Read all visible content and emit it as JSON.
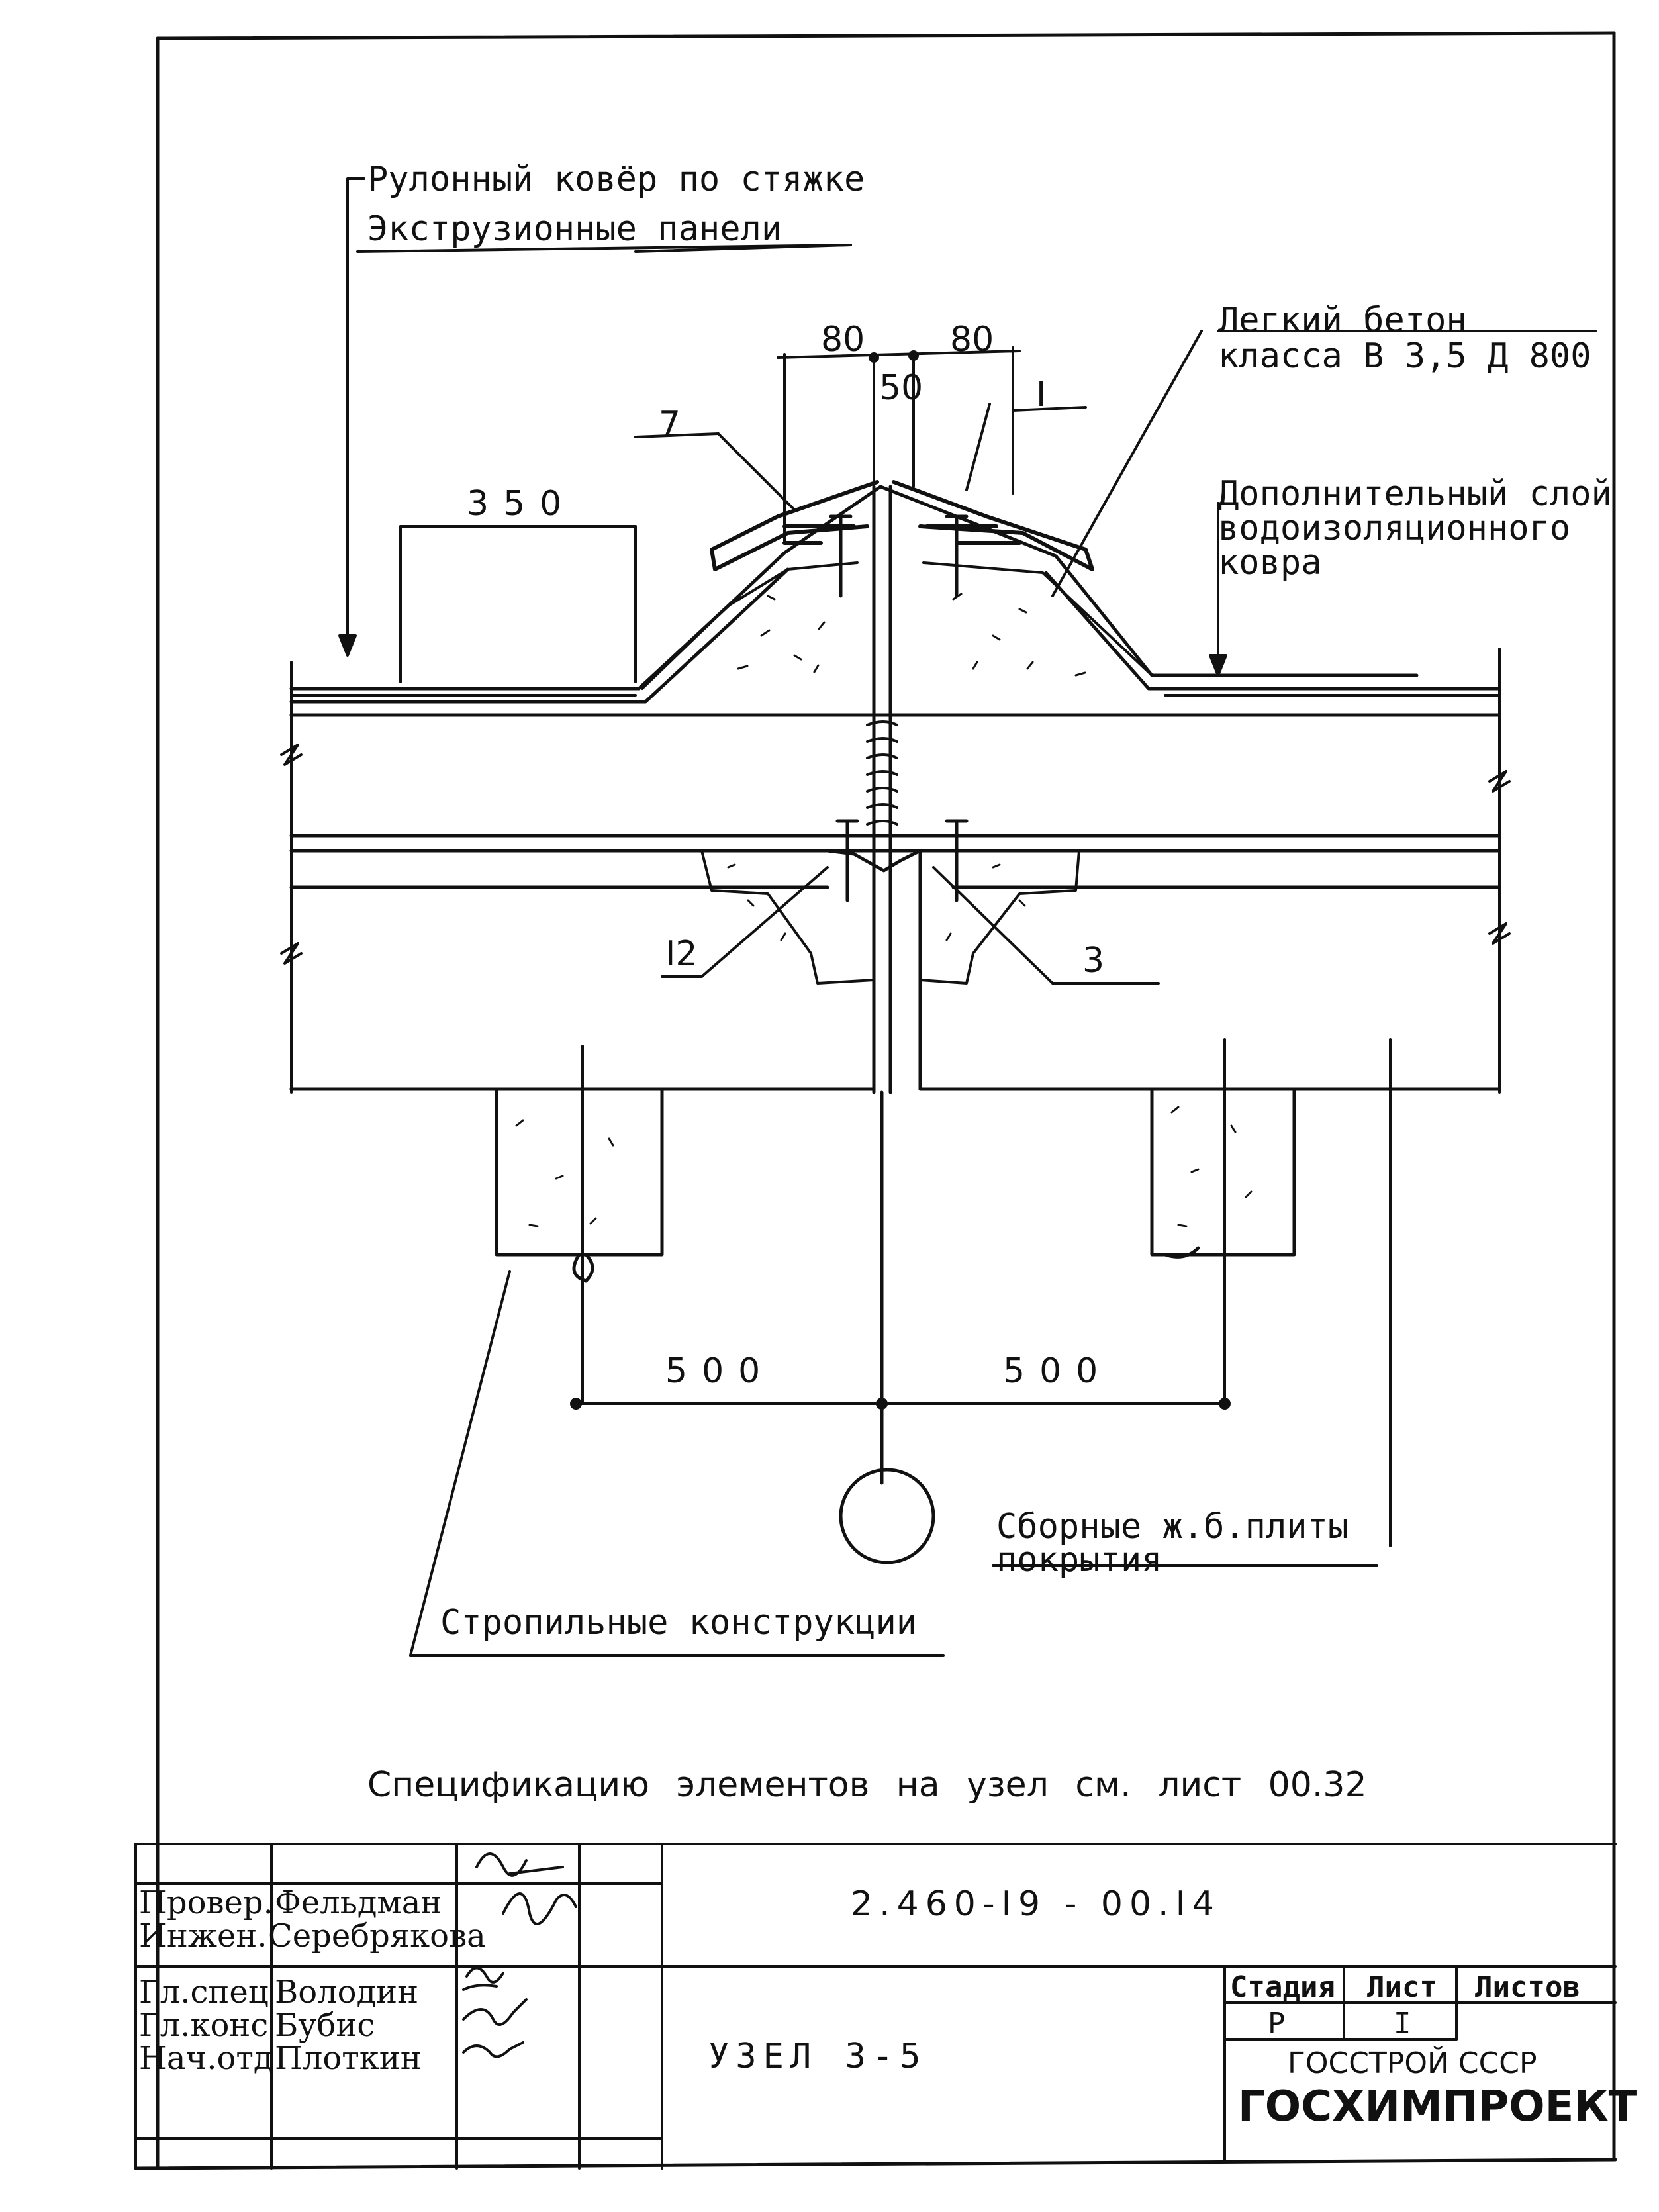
{
  "callouts": {
    "roll_carpet": "Рулонный ковёр по стяжке",
    "extrusion_panels": "Экструзионные панели",
    "light_concrete_line1": "Легкий бетон",
    "light_concrete_line2": "класса В 3,5 Д 800",
    "extra_layer_line1": "Дополнительный слой",
    "extra_layer_line2": "водоизоляционного",
    "extra_layer_line3": "ковра",
    "precast_slabs_line1": "Сборные ж.б.плиты",
    "precast_slabs_line2": "покрытия",
    "rafters": "Стропильные конструкции",
    "specification_note": "Спецификацию элементов на узел см. лист 00.32"
  },
  "markers": {
    "m7": "7",
    "m1": "I",
    "m12": "I2",
    "m3": "3"
  },
  "dimensions": {
    "d80_left": "80",
    "d80_right": "80",
    "d50": "50",
    "d350": "350",
    "d500_left": "500",
    "d500_right": "500"
  },
  "title_block": {
    "sheet_code": "2.460-I9 - 00.I4",
    "node_title": "УЗЕЛ 3-5",
    "stage_header": "Стадия",
    "sheet_header": "Лист",
    "sheets_header": "Листов",
    "stage_value": "Р",
    "sheet_value": "I",
    "sheets_value": "",
    "org_line1": "ГОССТРОЙ СССР",
    "org_line2": "ГОСХИМПРОЕКТ",
    "staff": [
      {
        "role": "Провер.",
        "name": "Фельдман"
      },
      {
        "role": "Инжен.",
        "name": "Серебрякова"
      },
      {
        "role": "Гл.спец",
        "name": "Володин"
      },
      {
        "role": "Гл.конс",
        "name": "Бубис"
      },
      {
        "role": "Нач.отд",
        "name": "Плоткин"
      }
    ]
  }
}
